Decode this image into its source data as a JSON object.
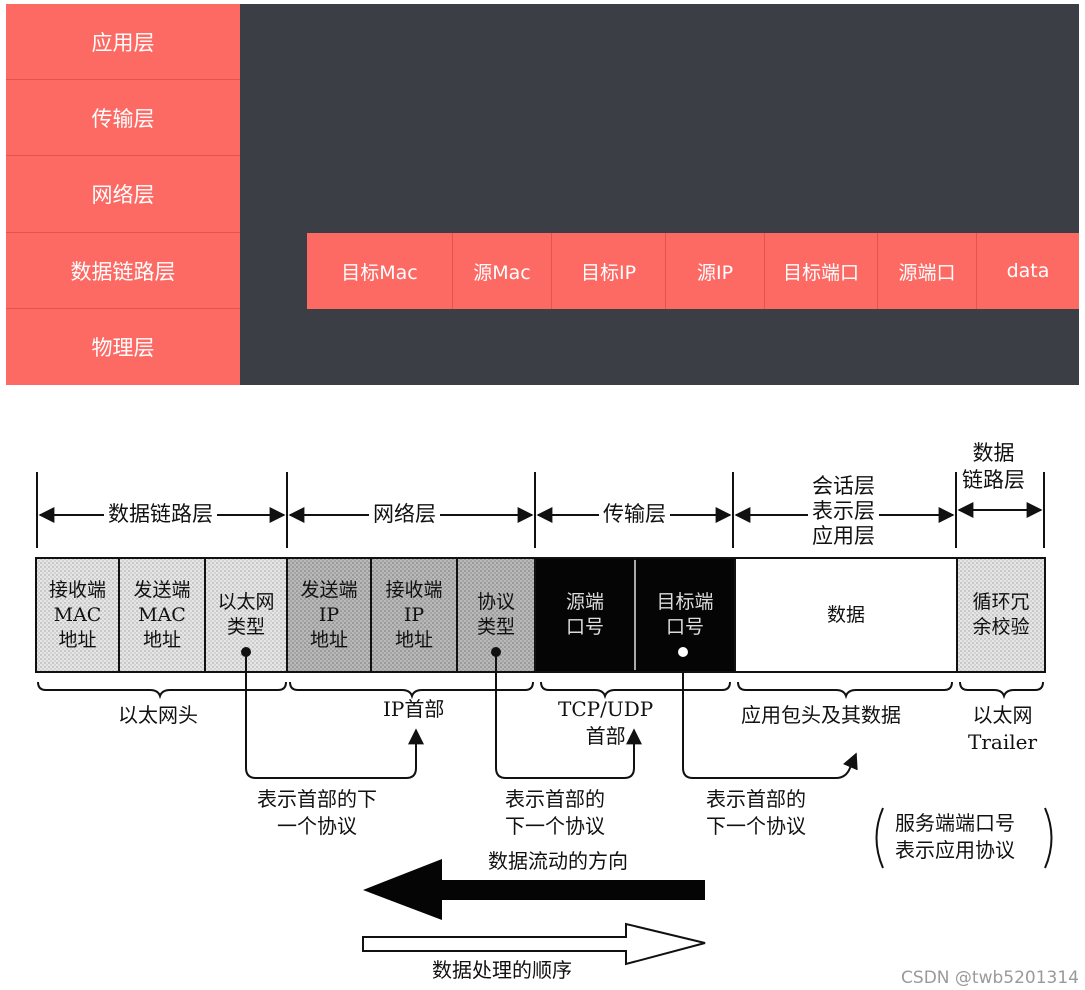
{
  "layers": [
    {
      "label": "应用层"
    },
    {
      "label": "传输层"
    },
    {
      "label": "网络层"
    },
    {
      "label": "数据链路层"
    },
    {
      "label": "物理层"
    }
  ],
  "frame_fields": [
    {
      "label": "目标Mac"
    },
    {
      "label": "源Mac"
    },
    {
      "label": "目标IP"
    },
    {
      "label": "源IP"
    },
    {
      "label": "目标端口"
    },
    {
      "label": "源端口"
    },
    {
      "label": "data"
    }
  ],
  "diagram": {
    "headers": {
      "link": "数据链路层",
      "network": "网络层",
      "transport": "传输层",
      "app": "会话层\n表示层\n应用层",
      "link_trailer": "数据\n链路层"
    },
    "boxes": [
      {
        "label": "接收端\nMAC\n地址"
      },
      {
        "label": "发送端\nMAC\n地址"
      },
      {
        "label": "以太网\n类型"
      },
      {
        "label": "发送端\nIP\n地址"
      },
      {
        "label": "接收端\nIP\n地址"
      },
      {
        "label": "协议\n类型"
      },
      {
        "label": "源端\n口号"
      },
      {
        "label": "目标端\n口号"
      },
      {
        "label": "数据"
      },
      {
        "label": "循环冗\n余校验"
      }
    ],
    "group_labels": {
      "ethernet_header": "以太网头",
      "ip_header": "IP首部",
      "tcp_udp_header": "TCP/UDP\n首部",
      "app_data": "应用包头及其数据",
      "ethernet_trailer": "以太网\nTrailer"
    },
    "notes": {
      "next_protocol_1": "表示首部的下\n一个协议",
      "next_protocol_2": "表示首部的\n下一个协议",
      "next_protocol_3": "表示首部的\n下一个协议",
      "server_port": "服务端端口号\n表示应用协议"
    },
    "arrows": {
      "flow_direction": "数据流动的方向",
      "processing_order": "数据处理的顺序"
    }
  },
  "watermark": "CSDN @twb5201314"
}
